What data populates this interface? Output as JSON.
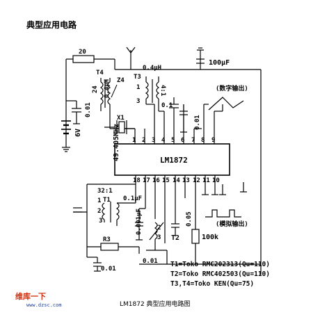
{
  "heading": "典型应用电路",
  "caption": "LM1872 典型应用电路图",
  "watermark": {
    "brand": "维库一下",
    "site": "www.dzsc.com"
  },
  "schematic": {
    "ic_label": "LM1872",
    "pins_top": [
      "1",
      "2",
      "3",
      "4",
      "5",
      "6",
      "7",
      "8",
      "9"
    ],
    "pins_bottom": [
      "18",
      "17",
      "16",
      "15",
      "14",
      "13",
      "12",
      "11",
      "10"
    ],
    "components": {
      "r_top": "20",
      "c_100uf": "100μF",
      "l_04uh_a": "0.4μH",
      "l_04uh_b": "0.4μH",
      "t4": "T4",
      "t3": "T3",
      "ratio_41": "4:1",
      "pin_marks_t3": [
        "1",
        "3"
      ],
      "c_24": "24",
      "c_001_a": "0.01",
      "c_01": "0.1",
      "c_001_b": "0.01",
      "battery": "6V",
      "crystal": "X1",
      "freq": "49.405MHz",
      "digital_out": "(数字输出)",
      "t1": "T1",
      "ratio_321": "32:1",
      "t1_pins": [
        "1",
        "2",
        "3"
      ],
      "c_01uf": "0.1μF",
      "c_0001uf": "0.001μF",
      "c_005": "0.05",
      "r_100k": "100k",
      "t2": "T2",
      "t2_pins": [
        "2",
        "3"
      ],
      "analog_out": "(模拟输出)",
      "r3": "R3",
      "c_001_c": "0.01",
      "c_001_d": "0.01"
    },
    "notes": [
      "T1=Toko RMC202313(Qu=110)",
      "T2=Toko RMC402503(Qu=110)",
      "T3,T4=Toko KEN(Qu=75)"
    ]
  }
}
